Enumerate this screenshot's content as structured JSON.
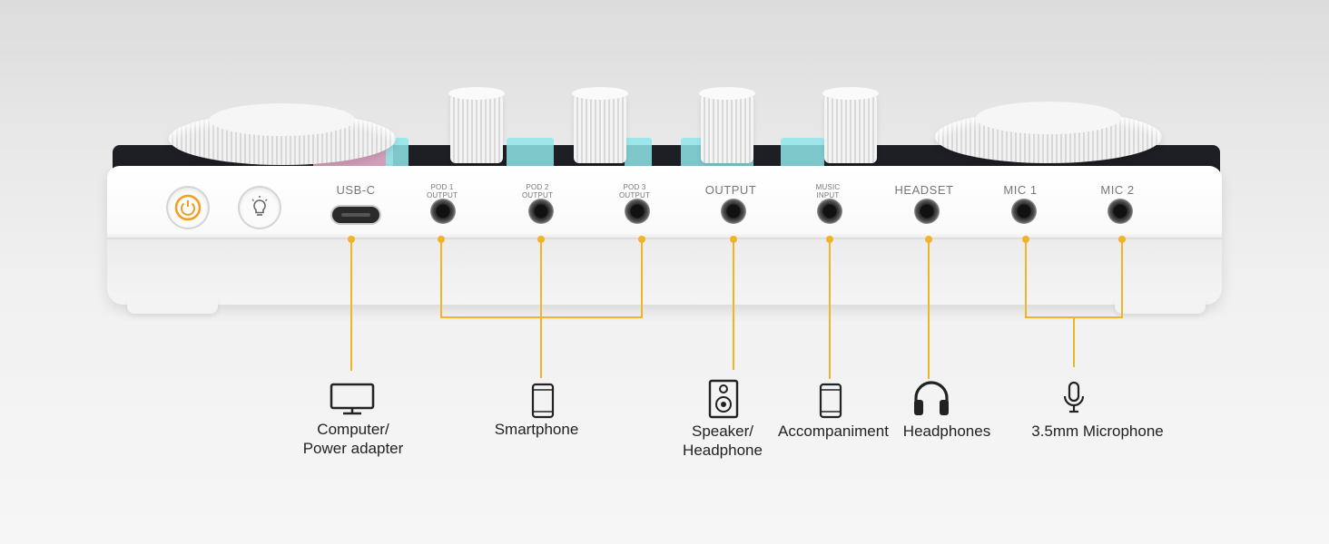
{
  "ports": {
    "usbc": "USB-C",
    "pod1": "POD 1\nOUTPUT",
    "pod2": "POD 2\nOUTPUT",
    "pod3": "POD 3\nOUTPUT",
    "output": "OUTPUT",
    "music": "MUSIC\nINPUT",
    "headset": "HEADSET",
    "mic1": "MIC 1",
    "mic2": "MIC 2"
  },
  "devices": {
    "computer": "Computer/\nPower adapter",
    "smartphone": "Smartphone",
    "speaker": "Speaker/\nHeadphone",
    "accompaniment": "Accompaniment",
    "headphones": "Headphones",
    "microphone": "3.5mm Microphone"
  },
  "icons": [
    "power-icon",
    "light-bulb-icon",
    "monitor-icon",
    "smartphone-icon",
    "speaker-icon",
    "headphones-icon",
    "microphone-icon"
  ],
  "colors": {
    "accent": "#f0b429",
    "power_ring": "#f0a020",
    "glow_cyan": "#8fe6ea",
    "glow_pink": "#f5b6d6"
  }
}
